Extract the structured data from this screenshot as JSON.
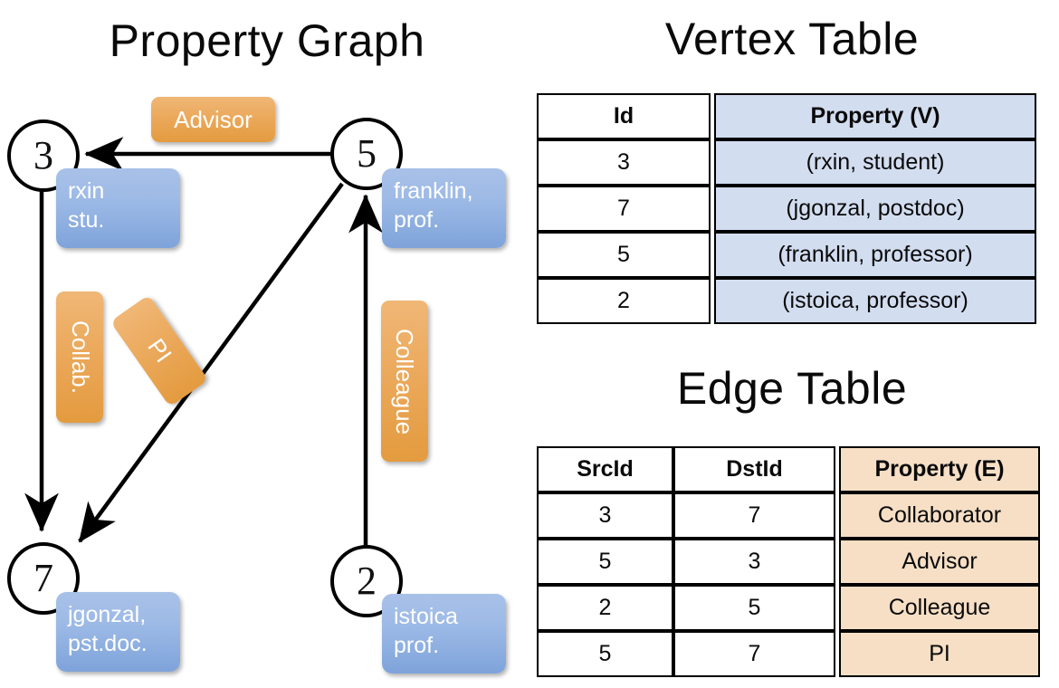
{
  "titles": {
    "property_graph": "Property Graph",
    "vertex_table": "Vertex Table",
    "edge_table": "Edge Table"
  },
  "graph": {
    "nodes": [
      {
        "id": "3",
        "label": "3",
        "property_line1": "rxin",
        "property_line2": "stu."
      },
      {
        "id": "5",
        "label": "5",
        "property_line1": "franklin,",
        "property_line2": "prof."
      },
      {
        "id": "7",
        "label": "7",
        "property_line1": "jgonzal,",
        "property_line2": "pst.doc."
      },
      {
        "id": "2",
        "label": "2",
        "property_line1": "istoica",
        "property_line2": "prof."
      }
    ],
    "edge_labels": [
      {
        "key": "advisor",
        "text": "Advisor"
      },
      {
        "key": "collab",
        "text": "Collab."
      },
      {
        "key": "pi",
        "text": "PI"
      },
      {
        "key": "colleague",
        "text": "Colleague"
      }
    ]
  },
  "vertex_table": {
    "columns": [
      "Id",
      "Property (V)"
    ],
    "rows": [
      {
        "id": "3",
        "property": "(rxin, student)"
      },
      {
        "id": "7",
        "property": "(jgonzal, postdoc)"
      },
      {
        "id": "5",
        "property": "(franklin, professor)"
      },
      {
        "id": "2",
        "property": "(istoica, professor)"
      }
    ]
  },
  "edge_table": {
    "columns": [
      "SrcId",
      "DstId",
      "Property (E)"
    ],
    "rows": [
      {
        "src": "3",
        "dst": "7",
        "property": "Collaborator"
      },
      {
        "src": "5",
        "dst": "3",
        "property": "Advisor"
      },
      {
        "src": "2",
        "dst": "5",
        "property": "Colleague"
      },
      {
        "src": "5",
        "dst": "7",
        "property": "PI"
      }
    ]
  },
  "colors": {
    "vertex_property_cell": "#d3ddf0",
    "edge_property_cell": "#f6dfc5",
    "node_property_box": "#9dbae6",
    "edge_label_box": "#eba95c",
    "stroke": "#000000"
  }
}
